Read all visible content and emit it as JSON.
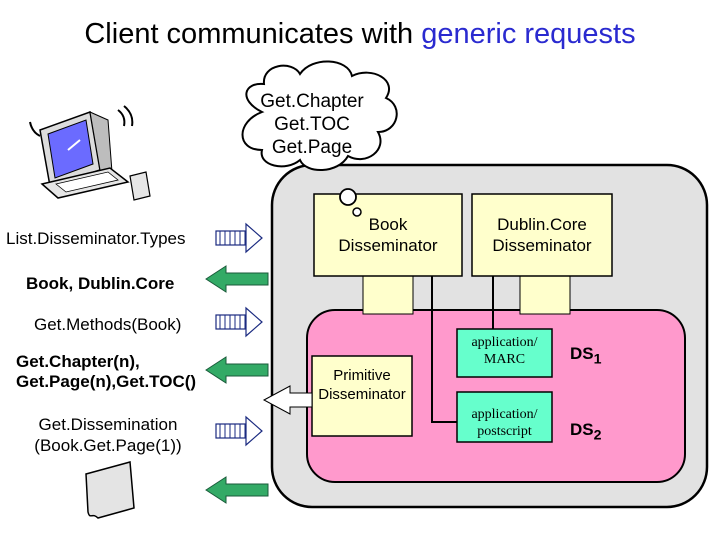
{
  "title": {
    "prefix": "Client communicates with",
    "highlight": "generic requests",
    "highlight_color": "#2a2ad0"
  },
  "cloud": {
    "lines": [
      "Get.Chapter",
      "Get.TOC",
      "Get.Page"
    ]
  },
  "server": {
    "book_disseminator": [
      "Book",
      "Disseminator"
    ],
    "dublincore_disseminator": [
      "Dublin.Core",
      "Disseminator"
    ],
    "primitive_disseminator": [
      "Primitive",
      "Disseminator"
    ],
    "datastreams": [
      {
        "type": [
          "application/",
          "MARC"
        ],
        "label": "DS",
        "sub": "1"
      },
      {
        "type": [
          "application/",
          "postscript"
        ],
        "label": "DS",
        "sub": "2"
      }
    ]
  },
  "messages": [
    {
      "lines": [
        "List.Disseminator.Types"
      ],
      "bold": false,
      "direction": "right"
    },
    {
      "lines": [
        "Book, Dublin.Core"
      ],
      "bold": true,
      "direction": "left"
    },
    {
      "lines": [
        "Get.Methods(Book)"
      ],
      "bold": false,
      "direction": "right"
    },
    {
      "lines": [
        "Get.Chapter(n),",
        "Get.Page(n),Get.TOC()"
      ],
      "bold": true,
      "direction": "left"
    },
    {
      "lines": [
        "Get.Dissemination",
        "(Book.Get.Page(1))"
      ],
      "bold": false,
      "direction": "right"
    },
    {
      "lines": [],
      "bold": false,
      "direction": "left"
    }
  ],
  "colors": {
    "server_bg": "#e2e2e2",
    "pink": "#ff99cc",
    "yellow": "#ffffcc",
    "green": "#66ffcc",
    "arrow_green": "#33aa66"
  },
  "icons": [
    "computer-icon",
    "document-icon"
  ]
}
